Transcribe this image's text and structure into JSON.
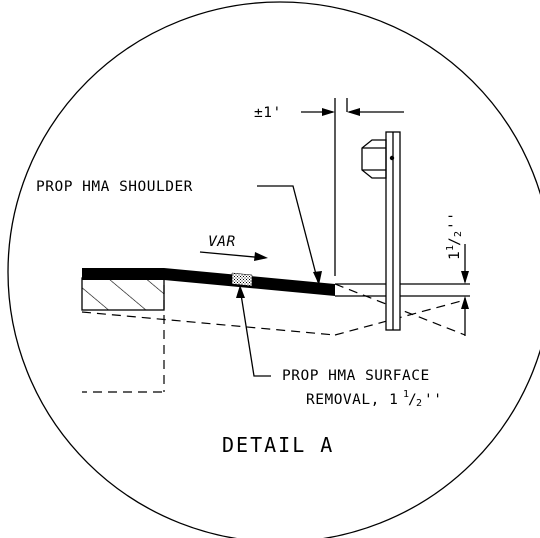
{
  "title": "DETAIL A",
  "labels": {
    "shoulder": "PROP HMA SHOULDER",
    "removal_line1": "PROP HMA SURFACE",
    "removal_line2_prefix": "REMOVAL, 1",
    "removal_frac_num": "1",
    "removal_frac_sep": "/",
    "removal_frac_den": "2",
    "removal_frac_tail": "''",
    "var": "VAR",
    "offset": "±1'",
    "thickness_whole": "1",
    "thickness_frac_num": "1",
    "thickness_frac_sep": "/",
    "thickness_frac_den": "2",
    "thickness_tail": "''"
  },
  "colors": {
    "ink": "#000000",
    "background": "#ffffff"
  }
}
